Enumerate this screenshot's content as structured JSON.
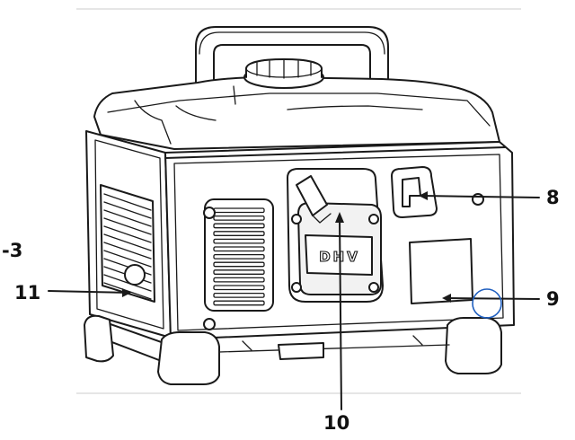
{
  "diagram": {
    "brand_text": "DHV",
    "callouts": [
      {
        "id": "3",
        "label": "-3"
      },
      {
        "id": "8",
        "label": "8"
      },
      {
        "id": "9",
        "label": "9"
      },
      {
        "id": "10",
        "label": "10"
      },
      {
        "id": "11",
        "label": "11"
      }
    ],
    "colors": {
      "line": "#1a1a1a",
      "highlight_circle": "#1f5fbf",
      "background": "#ffffff"
    }
  }
}
